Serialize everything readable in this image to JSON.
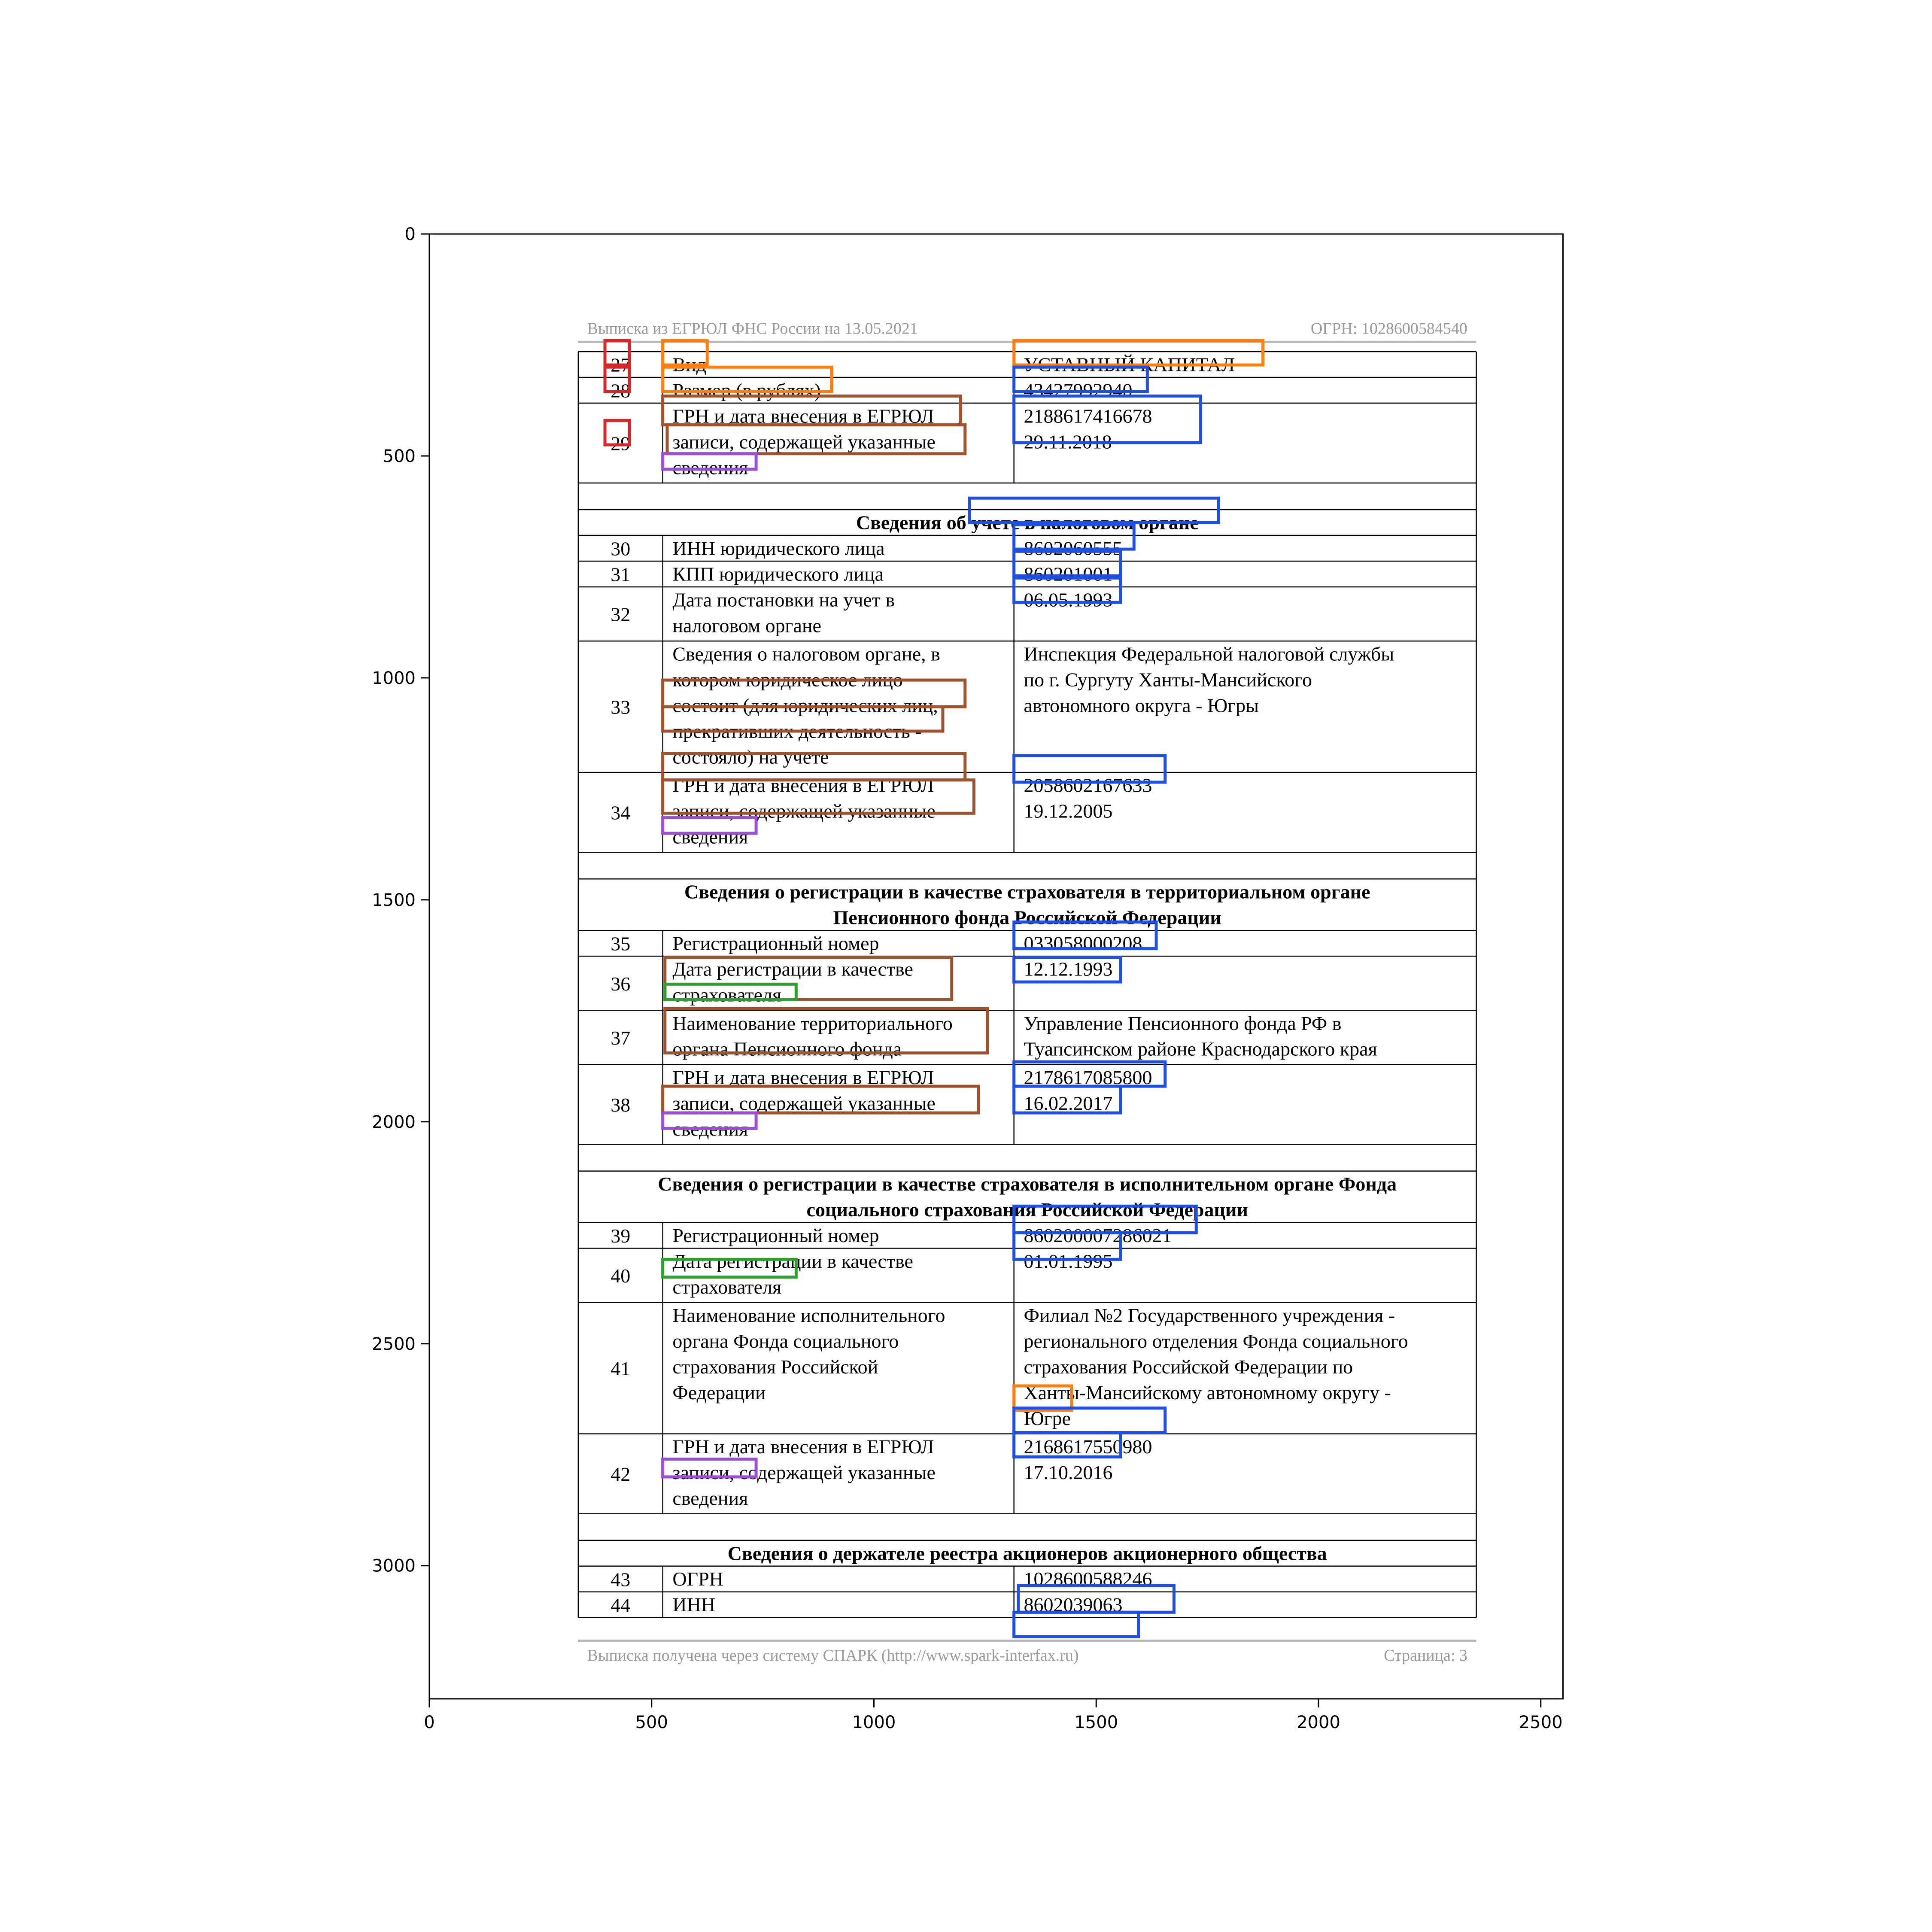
{
  "axes": {
    "x_ticks": [
      0,
      500,
      1000,
      1500,
      2000,
      2500
    ],
    "y_ticks": [
      0,
      500,
      1000,
      1500,
      2000,
      2500,
      3000
    ],
    "xlim": [
      0,
      2550
    ],
    "ylim": [
      3300,
      0
    ]
  },
  "document": {
    "header_left": "Выписка из ЕГРЮЛ ФНС России на 13.05.2021",
    "header_right": "ОГРН: 1028600584540",
    "footer_left": "Выписка получена через систему СПАРК (http://www.spark-interfax.ru)",
    "footer_right": "Страница: 3",
    "sections": [
      {
        "rows": [
          {
            "num": "27",
            "label": [
              "Вид"
            ],
            "value": [
              "УСТАВНЫЙ КАПИТАЛ"
            ]
          },
          {
            "num": "28",
            "label": [
              "Размер (в рублях)"
            ],
            "value": [
              "43427992940"
            ]
          },
          {
            "num": "29",
            "label": [
              "ГРН и дата внесения в ЕГРЮЛ",
              "записи, содержащей указанные",
              "сведения"
            ],
            "value": [
              "2188617416678",
              "29.11.2018"
            ]
          }
        ]
      },
      {
        "title": [
          "Сведения об учете в налоговом органе"
        ],
        "rows": [
          {
            "num": "30",
            "label": [
              "ИНН юридического лица"
            ],
            "value": [
              "8602060555"
            ]
          },
          {
            "num": "31",
            "label": [
              "КПП юридического лица"
            ],
            "value": [
              "860201001"
            ]
          },
          {
            "num": "32",
            "label": [
              "Дата постановки на учет в",
              "налоговом органе"
            ],
            "value": [
              "06.05.1993"
            ]
          },
          {
            "num": "33",
            "label": [
              "Сведения о налоговом органе, в",
              "котором юридическое лицо",
              "состоит (для юридических лиц,",
              "прекративших деятельность -",
              "состояло) на учете"
            ],
            "value": [
              "Инспекция Федеральной налоговой службы",
              "по г. Сургуту Ханты-Мансийского",
              "автономного округа - Югры"
            ]
          },
          {
            "num": "34",
            "label": [
              "ГРН и дата внесения в ЕГРЮЛ",
              "записи, содержащей указанные",
              "сведения"
            ],
            "value": [
              "2058602167633",
              "19.12.2005"
            ]
          }
        ]
      },
      {
        "title": [
          "Сведения о регистрации в качестве страхователя в территориальном органе",
          "Пенсионного фонда Российской Федерации"
        ],
        "rows": [
          {
            "num": "35",
            "label": [
              "Регистрационный номер"
            ],
            "value": [
              "033058000208"
            ]
          },
          {
            "num": "36",
            "label": [
              "Дата регистрации в качестве",
              "страхователя"
            ],
            "value": [
              "12.12.1993"
            ]
          },
          {
            "num": "37",
            "label": [
              "Наименование территориального",
              "органа Пенсионного фонда"
            ],
            "value": [
              "Управление Пенсионного фонда РФ в",
              "Туапсинском районе Краснодарского края"
            ]
          },
          {
            "num": "38",
            "label": [
              "ГРН и дата внесения в ЕГРЮЛ",
              "записи, содержащей указанные",
              "сведения"
            ],
            "value": [
              "2178617085800",
              "16.02.2017"
            ]
          }
        ]
      },
      {
        "title": [
          "Сведения о регистрации в качестве страхователя в исполнительном органе Фонда",
          "социального страхования Российской Федерации"
        ],
        "rows": [
          {
            "num": "39",
            "label": [
              "Регистрационный номер"
            ],
            "value": [
              "860200007286021"
            ]
          },
          {
            "num": "40",
            "label": [
              "Дата регистрации в качестве",
              "страхователя"
            ],
            "value": [
              "01.01.1995"
            ]
          },
          {
            "num": "41",
            "label": [
              "Наименование исполнительного",
              "органа Фонда социального",
              "страхования Российской",
              "Федерации"
            ],
            "value": [
              "Филиал №2 Государственного учреждения -",
              "регионального отделения Фонда социального",
              "страхования Российской Федерации по",
              "Ханты-Мансийскому автономному округу -",
              "Югре"
            ]
          },
          {
            "num": "42",
            "label": [
              "ГРН и дата внесения в ЕГРЮЛ",
              "записи, содержащей указанные",
              "сведения"
            ],
            "value": [
              "2168617550980",
              "17.10.2016"
            ]
          }
        ]
      },
      {
        "title": [
          "Сведения о держателе реестра акционеров акционерного общества"
        ],
        "rows": [
          {
            "num": "43",
            "label": [
              "ОГРН"
            ],
            "value": [
              "1028600588246"
            ]
          },
          {
            "num": "44",
            "label": [
              "ИНН"
            ],
            "value": [
              "8602039063"
            ]
          }
        ]
      }
    ]
  },
  "annotation_colors": {
    "red": "#d62728",
    "orange": "#ff7f0e",
    "blue": "#1f4fe0",
    "brown": "#a0522d",
    "purple": "#9b4dd6",
    "green": "#2ca02c"
  },
  "annotations": [
    {
      "color": "red",
      "text": "27"
    },
    {
      "color": "red",
      "text": "28"
    },
    {
      "color": "red",
      "text": "29"
    },
    {
      "color": "orange",
      "text": "Вид"
    },
    {
      "color": "orange",
      "text": "Размер (в рублях)"
    },
    {
      "color": "orange",
      "text": "УСТАВНЫЙ КАПИТАЛ"
    },
    {
      "color": "blue",
      "text": "43427992940"
    },
    {
      "color": "brown",
      "text": "ГРН и дата внесения в ЕГРЮЛ"
    },
    {
      "color": "brown",
      "text": "записи, содержащей указанные"
    },
    {
      "color": "purple",
      "text": "сведения"
    },
    {
      "color": "blue",
      "text": "2188617416678 29.11.2018"
    },
    {
      "color": "blue",
      "text": "учете в налоговом органе"
    },
    {
      "color": "blue",
      "text": "8602060555"
    },
    {
      "color": "blue",
      "text": "860201001"
    },
    {
      "color": "blue",
      "text": "06.05.1993"
    },
    {
      "color": "brown",
      "text": "состоит (для юридических лиц,"
    },
    {
      "color": "brown",
      "text": "прекративших деятельность -"
    },
    {
      "color": "brown",
      "text": "ГРН и дата внесения в ЕГРЮЛ"
    },
    {
      "color": "brown",
      "text": "записи, содержащей указанные"
    },
    {
      "color": "purple",
      "text": "сведения"
    },
    {
      "color": "blue",
      "text": "2058602167633"
    },
    {
      "color": "blue",
      "text": "033058000208"
    },
    {
      "color": "brown",
      "text": "Дата регистрации в качестве страхователя"
    },
    {
      "color": "green",
      "text": "страхователя"
    },
    {
      "color": "blue",
      "text": "12.12.1993"
    },
    {
      "color": "brown",
      "text": "Наименование территориального органа Пенсионного фонда"
    },
    {
      "color": "blue",
      "text": "2178617085800"
    },
    {
      "color": "brown",
      "text": "записи, содержащей указанные"
    },
    {
      "color": "blue",
      "text": "16.02.2017"
    },
    {
      "color": "purple",
      "text": "сведения"
    },
    {
      "color": "blue",
      "text": "860200007286021"
    },
    {
      "color": "blue",
      "text": "01.01.1995"
    },
    {
      "color": "green",
      "text": "страхователя"
    },
    {
      "color": "orange",
      "text": "Югре"
    },
    {
      "color": "blue",
      "text": "2168617550980"
    },
    {
      "color": "blue",
      "text": "17.10.2016"
    },
    {
      "color": "purple",
      "text": "сведения"
    },
    {
      "color": "blue",
      "text": "1028600588246"
    },
    {
      "color": "blue",
      "text": "8602039063"
    }
  ]
}
